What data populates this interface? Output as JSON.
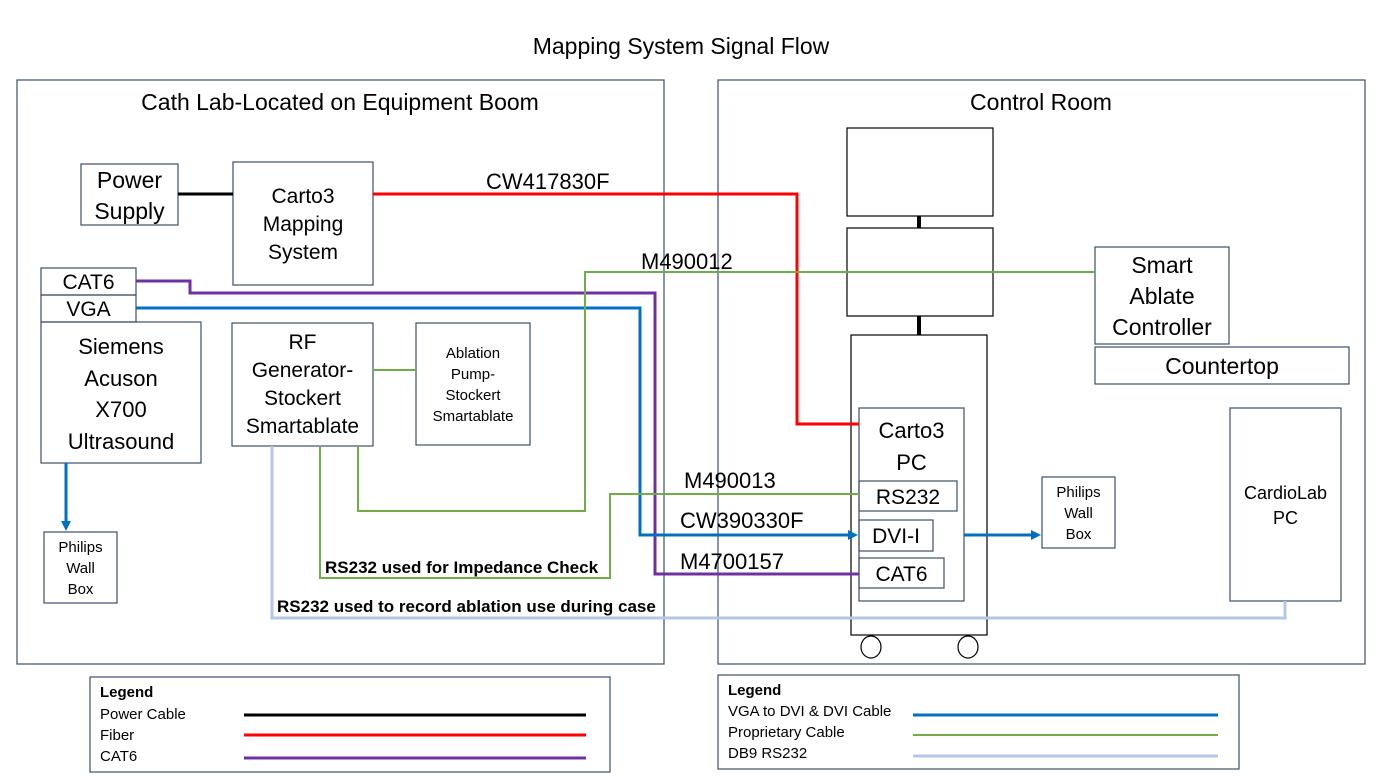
{
  "title": "Mapping System Signal Flow",
  "cath_lab": {
    "title": "Cath Lab-Located on Equipment Boom",
    "power_supply": {
      "lines": [
        "Power",
        "Supply"
      ]
    },
    "carto3_mapping_system": {
      "lines": [
        "Carto3",
        "Mapping",
        "System"
      ]
    },
    "cat6_port": "CAT6",
    "vga_port": "VGA",
    "ultrasound": {
      "lines": [
        "Siemens",
        "Acuson",
        "X700",
        "Ultrasound"
      ]
    },
    "rf_generator": {
      "lines": [
        "RF",
        "Generator-",
        "Stockert",
        "Smartablate"
      ]
    },
    "ablation_pump": {
      "lines": [
        "Ablation",
        "Pump-",
        "Stockert",
        "Smartablate"
      ]
    },
    "philips_wall_box": {
      "lines": [
        "Philips",
        "Wall",
        "Box"
      ]
    }
  },
  "control_room": {
    "title": "Control Room",
    "carto3_pc": {
      "lines": [
        "Carto3",
        "PC"
      ],
      "ports": {
        "rs232": "RS232",
        "dvi": "DVI-I",
        "cat6": "CAT6"
      }
    },
    "philips_wall_box": {
      "lines": [
        "Philips",
        "Wall",
        "Box"
      ]
    },
    "smart_ablate_controller": {
      "lines": [
        "Smart",
        "Ablate",
        "Controller"
      ]
    },
    "countertop": "Countertop",
    "cardiolab_pc": {
      "lines": [
        "CardioLab",
        "PC"
      ]
    }
  },
  "cable_labels": {
    "fiber": "CW417830F",
    "smart_ablate_link": "M490012",
    "rs232_link": "M490013",
    "video_link": "CW390330F",
    "cat6_link": "M4700157"
  },
  "notes": {
    "impedance_check": "RS232 used for Impedance Check",
    "ablation_record": "RS232 used to record ablation use during case"
  },
  "legend_left": {
    "heading": "Legend",
    "items": [
      {
        "label": "Power Cable",
        "color": "#000000"
      },
      {
        "label": "Fiber",
        "color": "#ff0000"
      },
      {
        "label": "CAT6",
        "color": "#7030a0"
      }
    ]
  },
  "legend_right": {
    "heading": "Legend",
    "items": [
      {
        "label": "VGA to DVI & DVI Cable",
        "color": "#0070c0"
      },
      {
        "label": "Proprietary Cable",
        "color": "#70ad47"
      },
      {
        "label": "DB9 RS232",
        "color": "#b4c7e7"
      }
    ]
  }
}
